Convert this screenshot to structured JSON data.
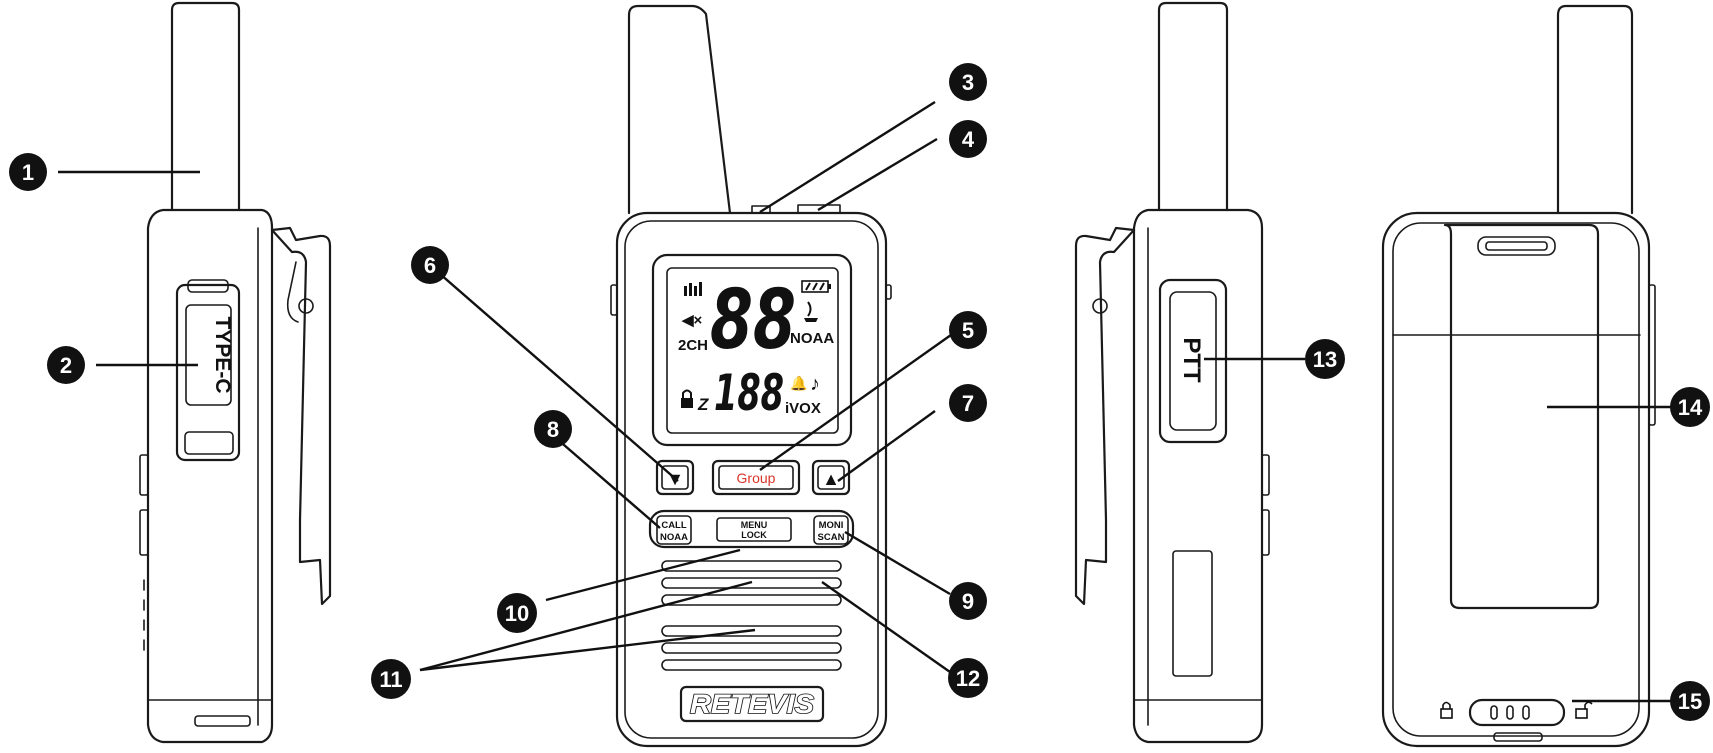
{
  "callouts": {
    "c1": "1",
    "c2": "2",
    "c3": "3",
    "c4": "4",
    "c5": "5",
    "c6": "6",
    "c7": "7",
    "c8": "8",
    "c9": "9",
    "c10": "10",
    "c11": "11",
    "c12": "12",
    "c13": "13",
    "c14": "14",
    "c15": "15"
  },
  "side_left": {
    "port_label": "TYPE-C"
  },
  "lcd": {
    "channel_digits": "88",
    "code_digits": "188",
    "two_ch": "2CH",
    "noaa": "NOAA",
    "ivox": "iVOX",
    "z_symbol": "Z",
    "note_symbol": "♪",
    "bell_symbol": "🔔",
    "mute_symbol": "◀×"
  },
  "keys": {
    "down_arrow": "▼",
    "group": "Group",
    "up_arrow": "▲",
    "call_top": "CALL",
    "call_bottom": "NOAA",
    "menu_top": "MENU",
    "menu_bottom": "LOCK",
    "moni_top": "MONI",
    "moni_bottom": "SCAN"
  },
  "brand": {
    "logo": "RETEVIS"
  },
  "side_right": {
    "ptt_label": "PTT"
  },
  "colors": {
    "group_text": "#d9342b",
    "ink": "#111111"
  }
}
